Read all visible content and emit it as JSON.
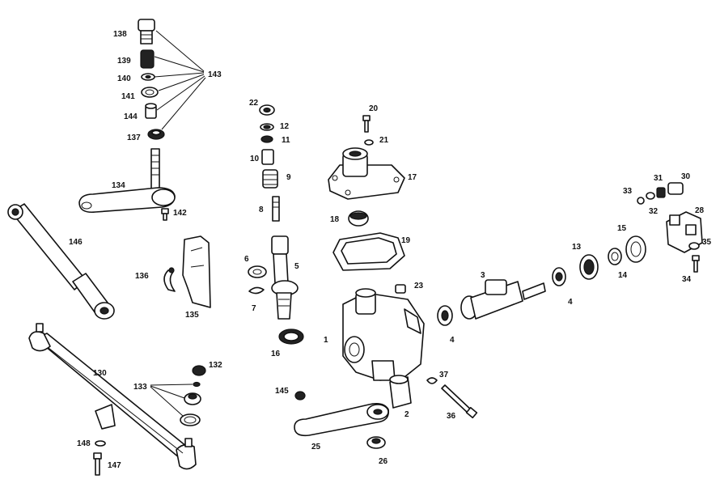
{
  "labels": {
    "p1": "1",
    "p2": "2",
    "p3": "3",
    "p4a": "4",
    "p4b": "4",
    "p5": "5",
    "p6": "6",
    "p7": "7",
    "p8": "8",
    "p9": "9",
    "p10": "10",
    "p11": "11",
    "p12": "12",
    "p13": "13",
    "p14": "14",
    "p15": "15",
    "p16": "16",
    "p17": "17",
    "p18": "18",
    "p19": "19",
    "p20": "20",
    "p21": "21",
    "p22": "22",
    "p23": "23",
    "p25": "25",
    "p26": "26",
    "p28": "28",
    "p30": "30",
    "p31": "31",
    "p32": "32",
    "p33": "33",
    "p34": "34",
    "p35": "35",
    "p36": "36",
    "p37": "37",
    "p130": "130",
    "p132": "132",
    "p133": "133",
    "p134": "134",
    "p135": "135",
    "p136": "136",
    "p137": "137",
    "p138": "138",
    "p139": "139",
    "p140": "140",
    "p141": "141",
    "p142": "142",
    "p143": "143",
    "p144": "144",
    "p145": "145",
    "p146": "146",
    "p147": "147",
    "p148": "148"
  }
}
